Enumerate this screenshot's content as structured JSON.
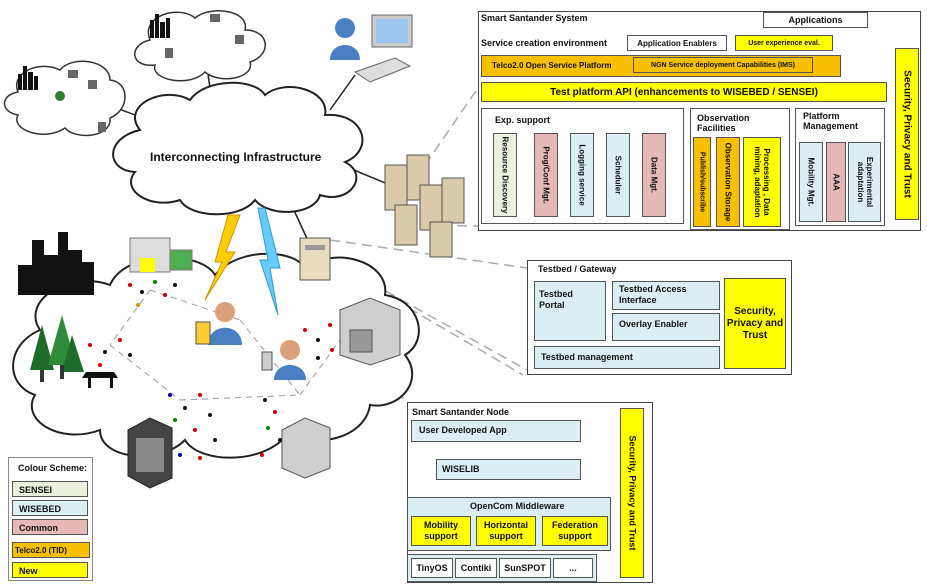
{
  "cloud_label": "Interconnecting Infrastructure",
  "colors": {
    "new": "#ffff00",
    "wisebed": "#dbeef3",
    "common": "#e6b9b8",
    "telco": "#f9c000",
    "sensei": "#ebf1dd"
  },
  "icons": [
    "computer-user-icon",
    "server-rack-icon",
    "gateway-server-icon",
    "lightning-icon",
    "city-skyline-icon",
    "tree-icon",
    "building-icon",
    "person-icon",
    "pda-icon",
    "phone-icon"
  ],
  "system": {
    "title": "Smart Santander System",
    "applications": "Applications",
    "service_env": "Service creation environment",
    "app_enablers": "Application Enablers",
    "user_exp": "User experience eval.",
    "telco_platform": "Telco2.0 Open Service Platform",
    "ngn": "NGN Service deployment Capabilities (IMS)",
    "test_api": "Test platform API (enhancements to WISEBED / SENSEI)",
    "exp_support": "Exp. support",
    "resource_discovery": "Resource Discovery",
    "prog_conf": "Prog/Conf Mgt.",
    "logging": "Logging service",
    "scheduler": "Scheduler",
    "data_mgt": "Data Mgt.",
    "obs_title": "Observation Facilities",
    "pubsub": "Publish/subscribe",
    "obs_storage": "Observation Storage",
    "processing": "Processing , Data mining, adaptation",
    "platform_title": "Platform Management",
    "mobility_mgt": "Mobility Mgt.",
    "aaa": "AAA",
    "exp_adapt": "Experimental adaptation",
    "security": "Security, Privacy and Trust"
  },
  "gateway": {
    "title": "Testbed / Gateway",
    "portal": "Testbed Portal",
    "access": "Testbed Access Interface",
    "overlay": "Overlay Enabler",
    "mgmt": "Testbed management",
    "security": "Security, Privacy and Trust"
  },
  "node": {
    "title": "Smart Santander Node",
    "user_app": "User Developed App",
    "wiselib": "WISELIB",
    "opencom": "OpenCom Middleware",
    "mobility": "Mobility support",
    "horizontal": "Horizontal support",
    "federation": "Federation support",
    "tinyos": "TinyOS",
    "contiki": "Contiki",
    "sunspot": "SunSPOT",
    "more": "...",
    "security": "Security, Privacy and Trust"
  },
  "legend": {
    "title": "Colour Scheme:",
    "sensei": "SENSEI",
    "wisebed": "WISEBED",
    "common": "Common",
    "telco": "Telco2.0 (TID)",
    "new": "New"
  }
}
